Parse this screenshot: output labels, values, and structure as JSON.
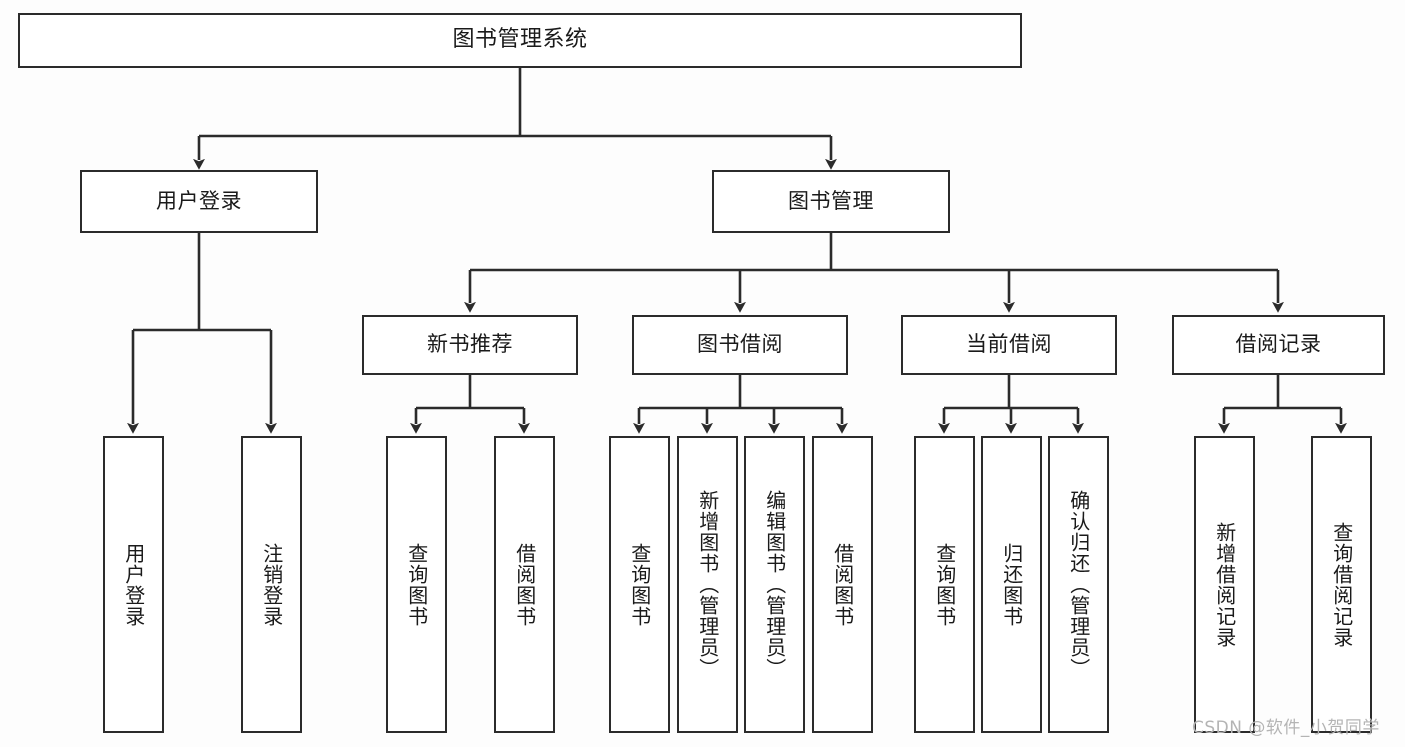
{
  "diagram": {
    "title": "图书管理系统",
    "type": "tree-hierarchy",
    "root": {
      "label": "图书管理系统"
    },
    "level2": [
      {
        "label": "用户登录"
      },
      {
        "label": "图书管理"
      }
    ],
    "level3": [
      {
        "label": "新书推荐"
      },
      {
        "label": "图书借阅"
      },
      {
        "label": "当前借阅"
      },
      {
        "label": "借阅记录"
      }
    ],
    "leaves": {
      "user_login": [
        {
          "label": "用户登录"
        },
        {
          "label": "注销登录"
        }
      ],
      "new_book_recommend": [
        {
          "label": "查询图书"
        },
        {
          "label": "借阅图书"
        }
      ],
      "book_borrow": [
        {
          "label": "查询图书"
        },
        {
          "label": "新增图书（管理员）"
        },
        {
          "label": "编辑图书（管理员）"
        },
        {
          "label": "借阅图书"
        }
      ],
      "current_borrow": [
        {
          "label": "查询图书"
        },
        {
          "label": "归还图书"
        },
        {
          "label": "确认归还（管理员）"
        }
      ],
      "borrow_record": [
        {
          "label": "新增借阅记录"
        },
        {
          "label": "查询借阅记录"
        }
      ]
    }
  },
  "watermark": {
    "text": "CSDN @软件_小贺同学"
  },
  "colors": {
    "border": "#2b2b2b",
    "box_fill": "#ffffff",
    "text": "#1a1a1a",
    "background": "#fdfdfd",
    "watermark": "#b4b4b4"
  }
}
